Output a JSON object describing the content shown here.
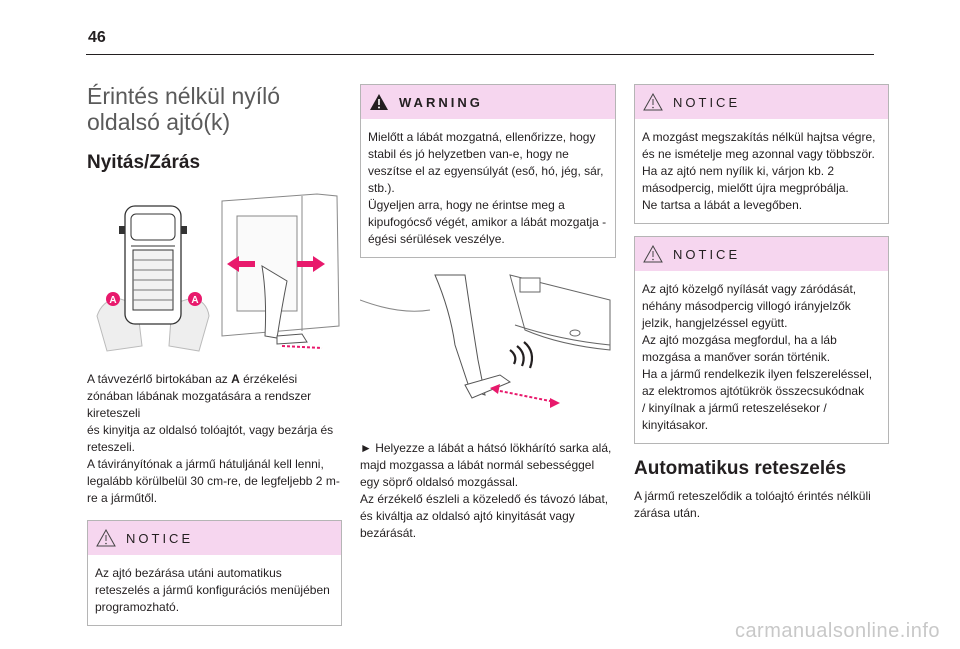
{
  "page_number": "46",
  "col1": {
    "title_line1": "Érintés nélkül nyíló",
    "title_line2": "oldalsó ajtó(k)",
    "subtitle": "Nyitás/Zárás",
    "marker_a": "A",
    "body_pre": "A távvezérlő birtokában az ",
    "body_bold": "A",
    "body_post": " érzékelési zónában lábának mozgatására a rendszer kireteszeli\nés kinyitja az oldalsó tolóajtót, vagy bezárja és reteszeli.\nA távirányítónak a jármű hátuljánál kell lenni, legalább körülbelül 30 cm-re, de legfeljebb 2 m-re a járműtől.",
    "notice": {
      "label": "NOTICE",
      "text": "Az ajtó bezárása utáni automatikus reteszelés a jármű konfigurációs menüjében programozható."
    }
  },
  "col2": {
    "warning": {
      "label": "WARNING",
      "text": "Mielőtt a lábát mozgatná, ellenőrizze, hogy stabil és jó helyzetben van-e, hogy ne veszítse el az egyensúlyát (eső, hó, jég, sár, stb.).\nÜgyeljen arra, hogy ne érintse meg a kipufogócső végét, amikor a lábát mozgatja - égési sérülések veszélye."
    },
    "instruction": "►  Helyezze a lábát a hátsó lökhárító sarka alá, majd mozgassa a lábát normál sebességgel egy söprő oldalsó mozgással.\nAz érzékelő észleli a közeledő és távozó lábat, és kiváltja az oldalsó ajtó kinyitását vagy bezárását."
  },
  "col3": {
    "notice1": {
      "label": "NOTICE",
      "text": "A mozgást megszakítás nélkül hajtsa végre, és ne ismételje meg azonnal vagy többször.\nHa az ajtó nem nyílik ki, várjon kb. 2 másodpercig, mielőtt újra megpróbálja.\nNe tartsa a lábát a levegőben."
    },
    "notice2": {
      "label": "NOTICE",
      "text": "Az ajtó közelgő nyílását vagy záródását, néhány másodpercig villogó irányjelzők jelzik, hangjelzéssel együtt.\nAz ajtó mozgása megfordul, ha a láb mozgása a manőver során történik.\nHa a jármű rendelkezik ilyen felszereléssel, az elektromos ajtótükrök összecsukódnak\n/ kinyílnak a jármű reteszelésekor / kinyitásakor."
    },
    "heading": "Automatikus reteszelés",
    "text": "A jármű reteszelődik a tolóajtó érintés nélküli zárása után."
  },
  "watermark": "carmanualsonline.info",
  "colors": {
    "box_header": "#f6d6ef",
    "marker": "#e8196c",
    "arrow": "#e8196c"
  },
  "icons": [
    "warning-triangle-icon",
    "notice-triangle-icon"
  ]
}
